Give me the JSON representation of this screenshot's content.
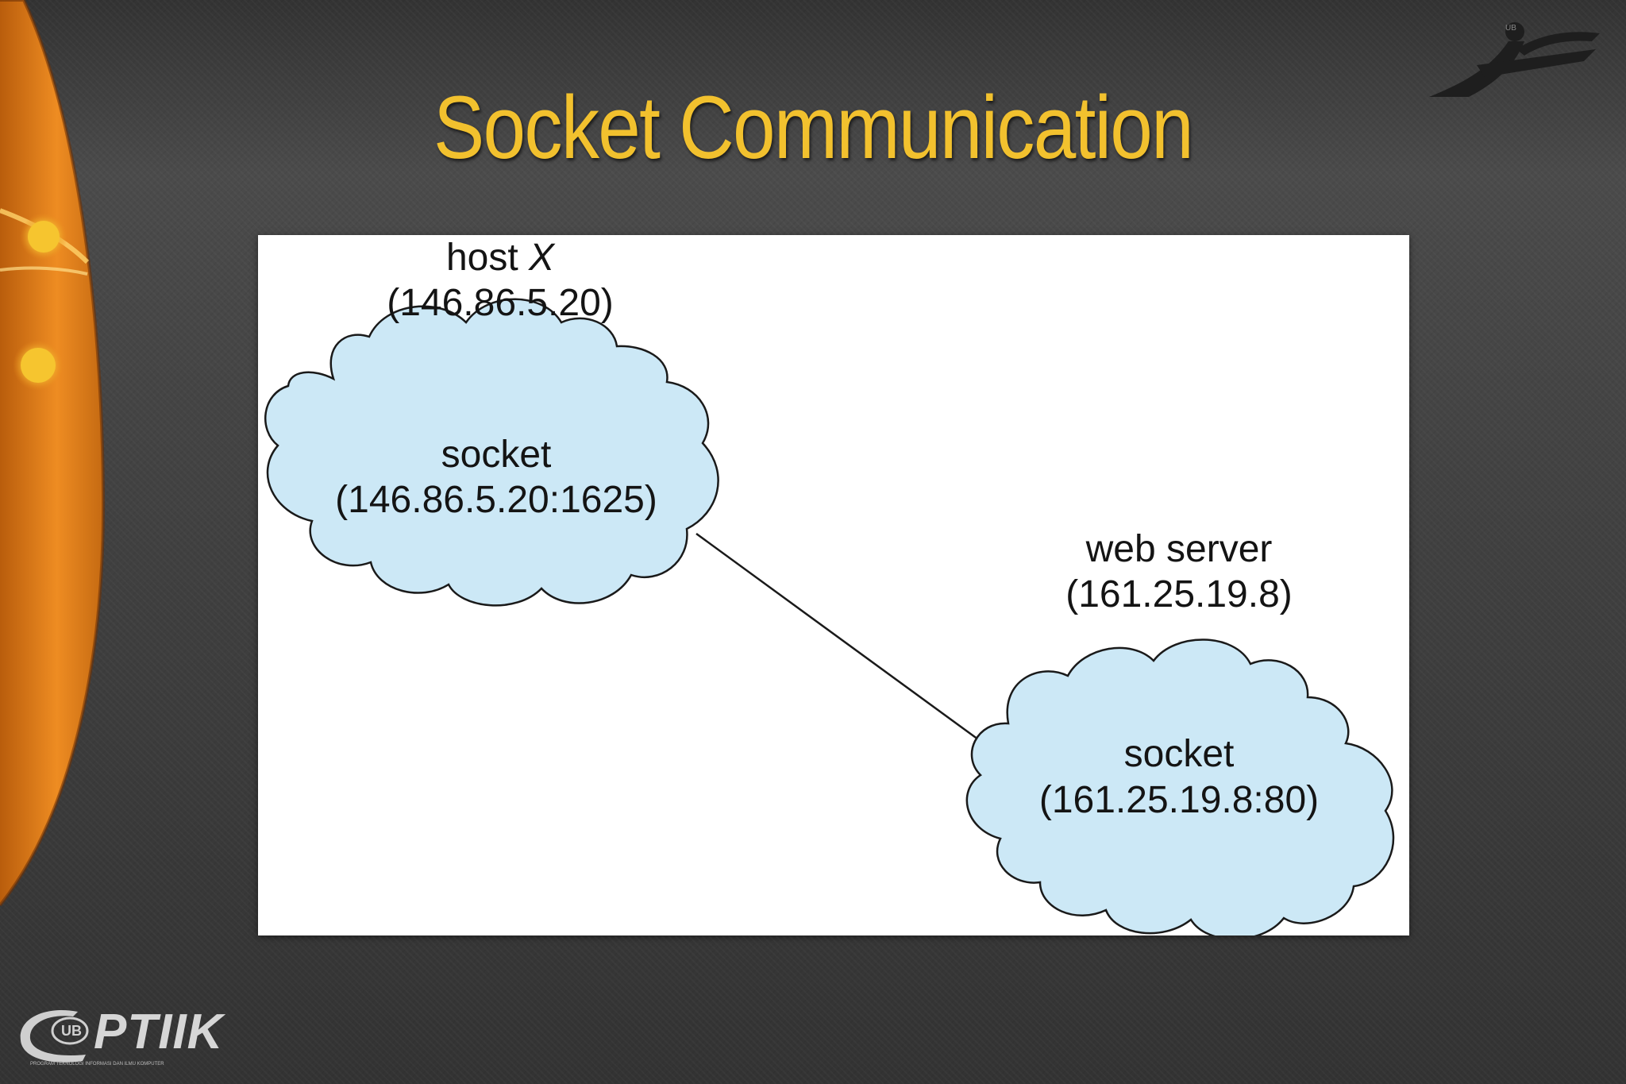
{
  "slide": {
    "title": "Socket Communication"
  },
  "diagram": {
    "host": {
      "label": "host",
      "label_var": "X",
      "ip": "(146.86.5.20)",
      "socket_label": "socket",
      "socket_addr": "(146.86.5.20:1625)"
    },
    "server": {
      "label": "web server",
      "ip": "(161.25.19.8)",
      "socket_label": "socket",
      "socket_addr": "(161.25.19.8:80)"
    }
  },
  "branding": {
    "footer_logo_text": "PTIIK",
    "footer_logo_badge": "UB",
    "footer_tagline": "PROGRAM TEKNOLOGI INFORMASI DAN ILMU KOMPUTER",
    "corner_logo_badge": "UB"
  },
  "colors": {
    "title": "#f2c12e",
    "cloud_fill": "#cce8f6",
    "cloud_stroke": "#1a1a1a",
    "accent_orange": "#e8841a",
    "figure_bg": "#ffffff"
  }
}
